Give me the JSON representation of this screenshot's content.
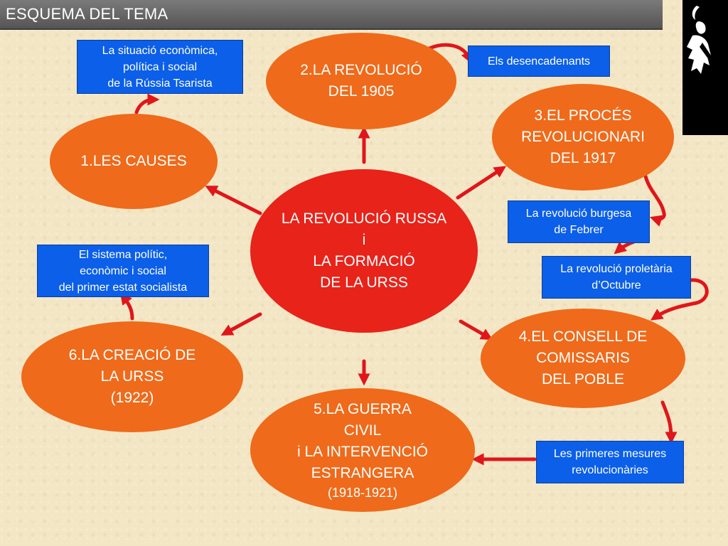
{
  "header": {
    "title": "ESQUEMA DEL TEMA"
  },
  "center": {
    "lines": [
      "LA REVOLUCIÓ RUSSA",
      "i",
      "LA FORMACIÓ",
      "DE LA URSS"
    ]
  },
  "topics": [
    {
      "id": "causes",
      "lines": [
        "1.LES CAUSES"
      ]
    },
    {
      "id": "revolucio-1905",
      "lines": [
        "2.LA REVOLUCIÓ",
        "DEL 1905"
      ]
    },
    {
      "id": "proces-1917",
      "lines": [
        "3.EL PROCÉS",
        "REVOLUCIONARI",
        "DEL 1917"
      ]
    },
    {
      "id": "consell-comissaris",
      "lines": [
        "4.EL CONSELL DE",
        "COMISSARIS",
        "DEL POBLE"
      ]
    },
    {
      "id": "guerra-civil",
      "lines": [
        "5.LA GUERRA",
        "CIVIL",
        "i LA INTERVENCIÓ",
        "ESTRANGERA"
      ],
      "sub": "(1918-1921)"
    },
    {
      "id": "creacio-urss",
      "lines": [
        "6.LA CREACIÓ DE",
        "LA URSS",
        "(1922)"
      ]
    }
  ],
  "notes": [
    {
      "id": "situacio",
      "lines": [
        "La situació econòmica,",
        "política i social",
        "de la Rússia Tsarista"
      ]
    },
    {
      "id": "desencadenants",
      "lines": [
        "Els desencadenants"
      ]
    },
    {
      "id": "burgesa",
      "lines": [
        "La revolució burgesa",
        "de Febrer"
      ]
    },
    {
      "id": "proletaria",
      "lines": [
        "La revolució proletària",
        "d’Octubre"
      ]
    },
    {
      "id": "mesures",
      "lines": [
        "Les primeres mesures",
        "revolucionàries"
      ]
    },
    {
      "id": "sistema",
      "lines": [
        "El sistema  polític,",
        "econòmic i social",
        "del primer estat socialista"
      ]
    }
  ],
  "colors": {
    "center": "#e8231a",
    "topic": "#ef6a1a",
    "note": "#0b5fe8",
    "arrow": "#e0161a",
    "header": "#666666"
  },
  "icons": {
    "logo": "lenin-silhouette-icon"
  }
}
